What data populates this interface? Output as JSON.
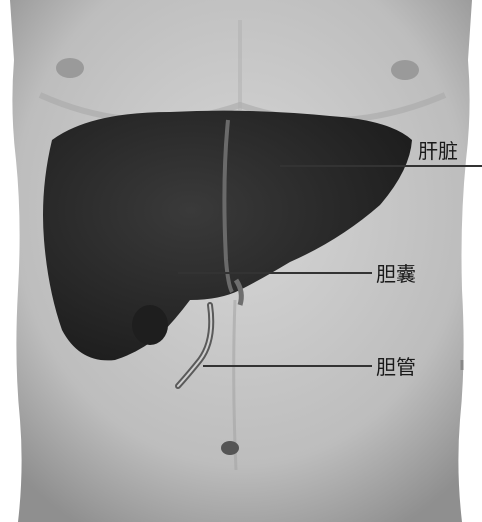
{
  "labels": {
    "liver": "肝脏",
    "gallbladder": "胆囊",
    "bile_duct": "胆管"
  },
  "colors": {
    "background": "#ffffff",
    "skin": "#c8c8c8",
    "liver": "#2b2b2b",
    "leader_line": "#333333"
  }
}
